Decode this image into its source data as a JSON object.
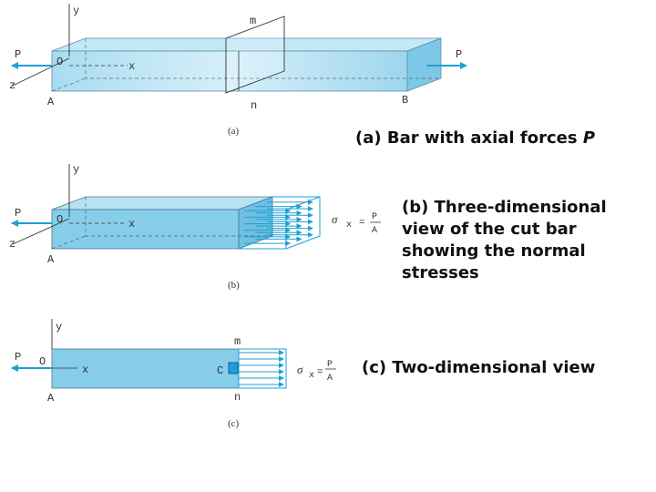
{
  "colors": {
    "bar_face": "#86cdea",
    "bar_front": "#a9dcf0",
    "bar_top": "#c4e8f6",
    "bar_side": "#6fbfe0",
    "arrow": "#1f9fd6",
    "ink": "#333333"
  },
  "fig_a": {
    "sublabel": "(a)",
    "y": "y",
    "z": "z",
    "x": "x",
    "o": "O",
    "a": "A",
    "b": "B",
    "m": "m",
    "n": "n",
    "p_left": "P",
    "p_right": "P"
  },
  "fig_b": {
    "sublabel": "(b)",
    "y": "y",
    "z": "z",
    "x": "x",
    "o": "O",
    "a": "A",
    "p": "P",
    "sigma": "σ",
    "sub_x": "x",
    "equals": "=",
    "num": "P",
    "den": "A"
  },
  "fig_c": {
    "sublabel": "(c)",
    "y": "y",
    "x": "x",
    "o": "O",
    "a": "A",
    "c": "C",
    "m": "m",
    "n": "n",
    "p": "P",
    "sigma": "σ",
    "sub_x": "x",
    "equals": "=",
    "num": "P",
    "den": "A"
  },
  "captions": {
    "a_text": "(a) Bar with axial forces ",
    "a_symbol": "P",
    "b": "(b) Three-dimensional view of the cut bar showing the normal stresses",
    "c": "(c) Two-dimensional view"
  }
}
